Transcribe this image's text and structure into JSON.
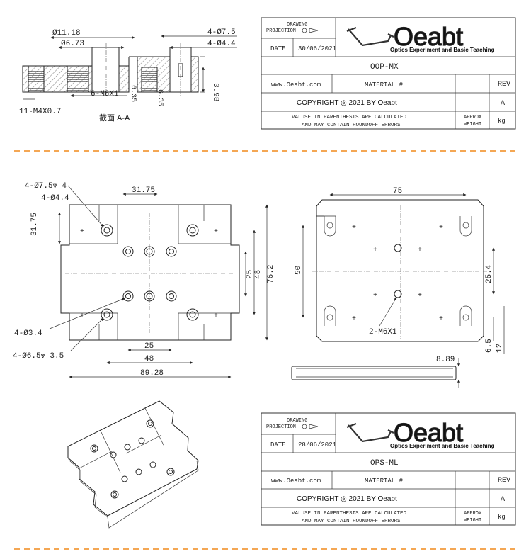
{
  "colors": {
    "separator": "#f08a1c",
    "line": "#222222"
  },
  "section_view": {
    "label": "截面  A-A",
    "dims": {
      "d1": "Ø11.18",
      "d2": "Ø6.73",
      "cb1": "4-Ø7.5",
      "cb2": "4-Ø4.4",
      "h1": "3.98",
      "h2": "6.35",
      "h3": "6.35",
      "thread1": "6-M6X1",
      "thread2": "11-M4X0.7"
    }
  },
  "title_block_1": {
    "drawing_projection": [
      "DRAWING",
      "PROJECTION"
    ],
    "date_label": "DATE",
    "date": "30/06/2021",
    "logo_text": "Oeabt",
    "logo_sub": "Optics Experiment and Basic Teaching",
    "part": "OOP-MX",
    "site": "www.Oeabt.com",
    "material_label": "MATERIAL #",
    "rev_label": "REV",
    "rev": "A",
    "copyright": "COPYRIGHT ◎ 2021 BY Oeabt",
    "note": [
      "VALUSE IN PARENTHESIS ARE CALCULATED",
      "AND MAY CONTAIN ROUNDOFF ERRORS"
    ],
    "approx_weight": [
      "APPROX",
      "WEIGHT"
    ],
    "unit": "kg"
  },
  "title_block_2": {
    "drawing_projection": [
      "DRAWING",
      "PROJECTION"
    ],
    "date_label": "DATE",
    "date": "28/06/2021",
    "logo_text": "Oeabt",
    "logo_sub": "Optics Experiment and Basic Teaching",
    "part": "OPS-ML",
    "site": "www.Oeabt.com",
    "material_label": "MATERIAL #",
    "rev_label": "REV",
    "rev": "A",
    "copyright": "COPYRIGHT ◎ 2021 BY Oeabt",
    "note": [
      "VALUSE IN PARENTHESIS ARE CALCULATED",
      "AND MAY CONTAIN ROUNDOFF ERRORS"
    ],
    "approx_weight": [
      "APPROX",
      "WEIGHT"
    ],
    "unit": "kg"
  },
  "front_view": {
    "dims": {
      "cb_big": "4-Ø7.5⩔ 4",
      "cb_big2": "4-Ø4.4",
      "w_top": "31.75",
      "h_left": "31.75",
      "h_25": "25",
      "h_48": "48",
      "h_762": "76.2",
      "hole34": "4-Ø3.4",
      "hole65": "4-Ø6.5⩔ 3.5",
      "w_25": "25",
      "w_48": "48",
      "w_8928": "89.28"
    }
  },
  "back_view": {
    "dims": {
      "w_75": "75",
      "h_50": "50",
      "h_254": "25.4",
      "h_65": "6.5",
      "h_12": "12",
      "thread": "2-M6X1",
      "thick": "8.89"
    }
  }
}
